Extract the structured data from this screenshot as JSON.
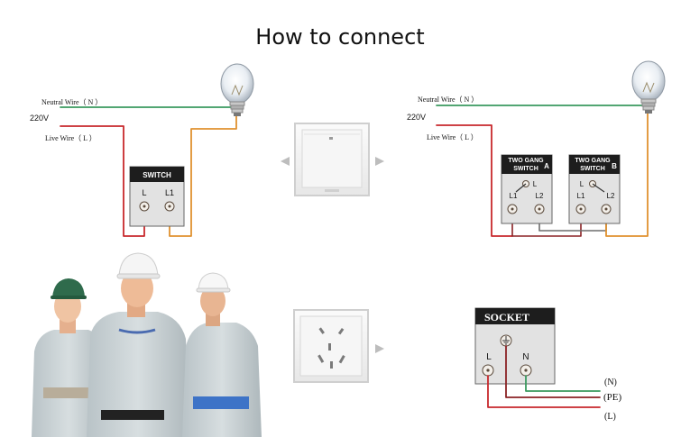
{
  "title": "How to connect",
  "colors": {
    "neutral": "#3a9a5f",
    "live": "#c8282c",
    "switched": "#e0912f",
    "ground": "#8b2225",
    "box_fill": "#e2e2e2",
    "box_head": "#1d1d1d"
  },
  "single_switch": {
    "neutral_label": "Neutral Wire（ N ）",
    "voltage_label": "220V",
    "live_label": "Live Wire（ L ）",
    "box_title": "SWITCH",
    "terminals": [
      "L",
      "L1"
    ]
  },
  "two_gang": {
    "neutral_label": "Neutral Wire（ N ）",
    "voltage_label": "220V",
    "live_label": "Live Wire（ L ）",
    "switch_a": {
      "title_line1": "TWO GANG",
      "title_line2": "SWITCH",
      "tag": "A",
      "terminals": [
        "L",
        "L1",
        "L2"
      ]
    },
    "switch_b": {
      "title_line1": "TWO GANG",
      "title_line2": "SWITCH",
      "tag": "B",
      "terminals": [
        "L",
        "L1",
        "L2"
      ]
    }
  },
  "socket": {
    "box_title": "SOCKET",
    "terminals": [
      "L",
      "N"
    ],
    "ground_symbol": "ground-icon",
    "wire_labels": [
      "(N)",
      "(PE)",
      "(L)"
    ]
  },
  "icons": [
    "light-bulb-icon",
    "wall-switch-panel-icon",
    "wall-socket-panel-icon",
    "arrow-left-icon",
    "arrow-right-icon",
    "workers-photo"
  ]
}
